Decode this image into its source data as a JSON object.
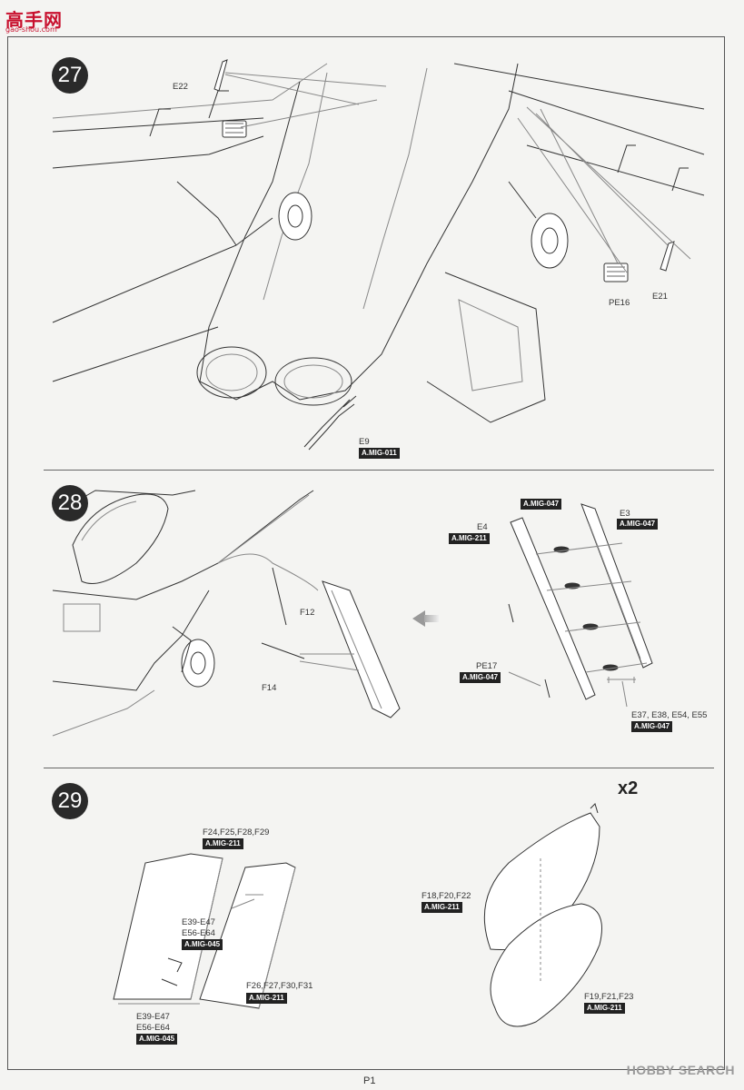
{
  "logo": {
    "main": "高手网",
    "sub": "gao-shou.com"
  },
  "steps": {
    "s27": {
      "number": "27",
      "labels": {
        "e22": "E22",
        "pe16": "PE16",
        "e21": "E21",
        "e9": "E9"
      },
      "tags": {
        "e9": "A.MIG-011"
      }
    },
    "s28": {
      "number": "28",
      "labels": {
        "f12": "F12",
        "f14": "F14",
        "e4": "E4",
        "e3": "E3",
        "pe17": "PE17",
        "e37": "E37, E38, E54, E55"
      },
      "tags": {
        "top": "A.MIG-047",
        "e4": "A.MIG-211",
        "e3": "A.MIG-047",
        "pe17": "A.MIG-047",
        "e37": "A.MIG-047"
      }
    },
    "s29": {
      "number": "29",
      "multiplier": "x2",
      "labels": {
        "f24": "F24,F25,F28,F29",
        "e39a1": "E39-E47",
        "e39a2": "E56-E64",
        "f26": "F26,F27,F30,F31",
        "e39b1": "E39-E47",
        "e39b2": "E56-E64",
        "f18": "F18,F20,F22",
        "f19": "F19,F21,F23"
      },
      "tags": {
        "f24": "A.MIG-211",
        "e39a": "A.MIG-045",
        "f26": "A.MIG-211",
        "e39b": "A.MIG-045",
        "f18": "A.MIG-211",
        "f19": "A.MIG-211"
      }
    }
  },
  "footer": {
    "page": "P1",
    "watermark": "HOBBY SEARCH"
  }
}
